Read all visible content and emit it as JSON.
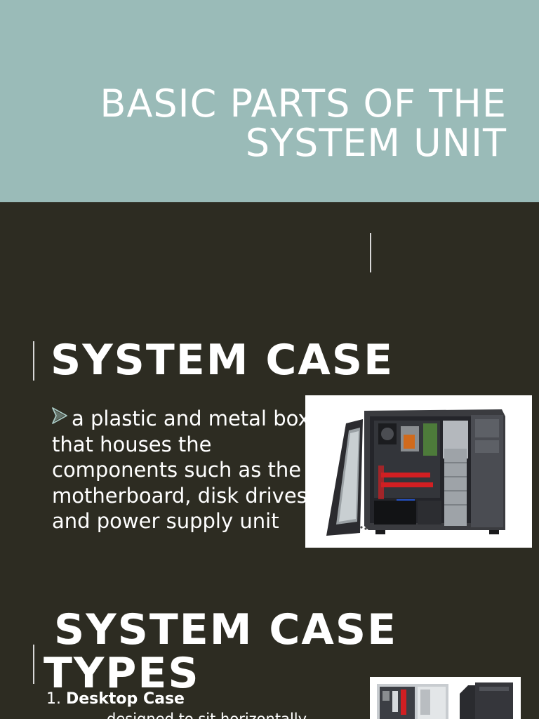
{
  "slide_1": {
    "title_line_1": "BASIC PARTS OF THE",
    "title_line_2": "SYSTEM UNIT"
  },
  "slide_2": {
    "heading": "SYSTEM CASE",
    "description": "a plastic and metal box that houses the components such as the motherboard, disk drives and power supply unit",
    "bullet_icon": "arrow-bullet-icon",
    "image_subject": "open tower computer case"
  },
  "slide_3": {
    "heading_line_1": "SYSTEM CASE",
    "heading_line_2": "TYPES",
    "list": [
      {
        "number": "1.",
        "name": "Desktop Case",
        "detail": "designed to sit horizontally"
      }
    ],
    "image_subject": "desktop and tower cases"
  },
  "colors": {
    "title_band": "#9abbb8",
    "slide_background": "#2d2c22",
    "text": "#ffffff",
    "bullet": "#a9c9c4"
  }
}
